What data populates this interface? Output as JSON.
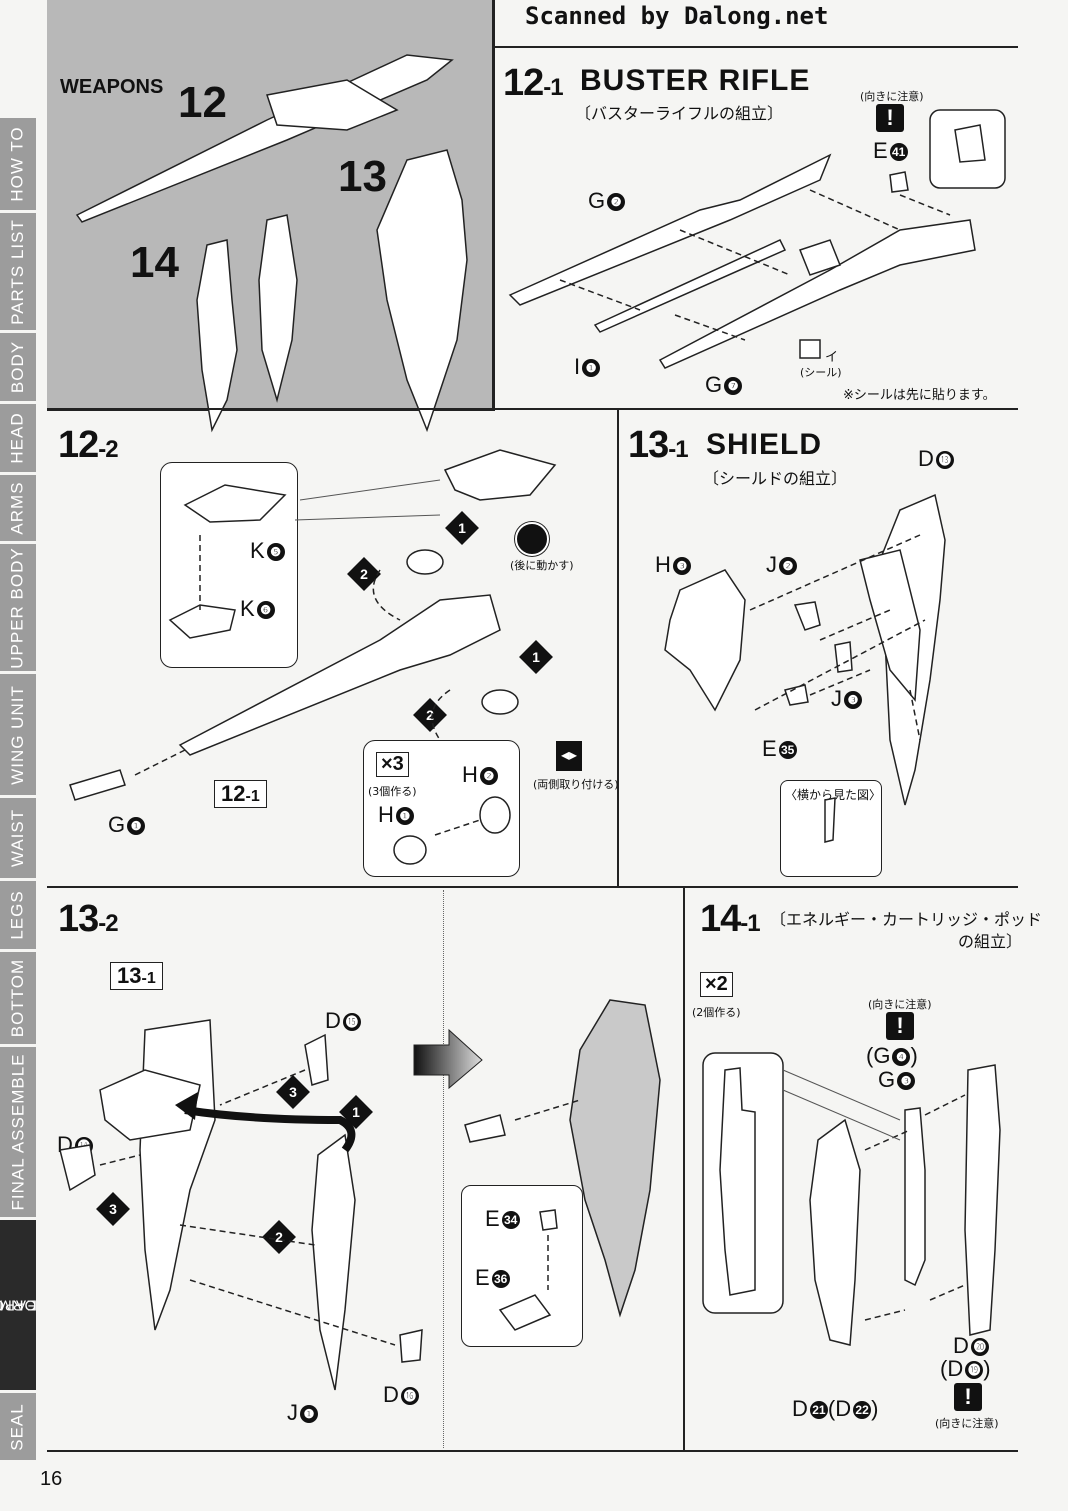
{
  "header": {
    "scan_credit": "Scanned by Dalong.net"
  },
  "page_number": "16",
  "sidebar": {
    "tabs": [
      "HOW TO",
      "PARTS LIST",
      "BODY",
      "HEAD",
      "ARMS",
      "UPPER BODY",
      "WING UNIT",
      "WAIST",
      "LEGS",
      "BOTTOM",
      "FINAL ASSEMBLE"
    ],
    "active_tab_line1": "WEAPONS",
    "active_tab_line2": "TRANSFORMATION",
    "last_tab": "SEAL"
  },
  "overview": {
    "label": "WEAPONS",
    "num12": "12",
    "num13": "13",
    "num14": "14"
  },
  "step12_1": {
    "num": "12",
    "sub": "-1",
    "title": "BUSTER RIFLE",
    "subtitle": "〔バスターライフルの組立〕",
    "caution": "(向きに注意)",
    "parts": {
      "e41": "E",
      "g2": "G",
      "i1": "I",
      "g7": "G"
    },
    "seal_label": "イ",
    "seal_caption": "(シール)",
    "note": "※シールは先に貼ります。"
  },
  "step12_2": {
    "num": "12",
    "sub": "-2",
    "parts": {
      "k5": "K",
      "k6": "K",
      "g1": "G",
      "h1": "H",
      "h2": "H"
    },
    "move_back": "(後に動かす)",
    "mult": "×3",
    "mult_caption": "(3個作る)",
    "both_sides": "(両側取り付ける)",
    "ref_num": "12",
    "ref_sub": "-1"
  },
  "step13_1": {
    "num": "13",
    "sub": "-1",
    "title": "SHIELD",
    "subtitle": "〔シールドの組立〕",
    "parts": {
      "d13": "D",
      "h3": "H",
      "j2": "J",
      "j3": "J",
      "e35": "E"
    },
    "side_view": "〈横から見た図〉"
  },
  "step13_2": {
    "num": "13",
    "sub": "-2",
    "ref_num": "13",
    "ref_sub": "-1",
    "parts": {
      "d15": "D",
      "d14": "D",
      "d16": "D",
      "j1": "J",
      "e34": "E",
      "e36": "E"
    }
  },
  "step14_1": {
    "num": "14",
    "sub": "-1",
    "subtitle_line1": "〔エネルギー・カートリッジ・ポッド",
    "subtitle_line2": "の組立〕",
    "mult": "×2",
    "mult_caption": "(2個作る)",
    "caution_top": "(向きに注意)",
    "caution_bottom": "(向きに注意)",
    "parts": {
      "g4": "(G",
      "g4_close": ")",
      "g3": "G",
      "d20": "D",
      "d19": "(D",
      "d19_close": ")",
      "d21": "D",
      "d22": "(D",
      "d22_close": ")"
    }
  },
  "circled_numbers": {
    "n1": "❶",
    "n2": "❷",
    "n3": "❸",
    "n4": "❹",
    "n5": "❺",
    "n6": "❻",
    "n7": "❼",
    "n13": "⓭",
    "n14": "⓮",
    "n15": "⓯",
    "n16": "⓰",
    "n19": "⓳",
    "n20": "⓴",
    "n21": "21",
    "n22": "22",
    "n34": "34",
    "n35": "35",
    "n36": "36",
    "n41": "41"
  },
  "step_markers": {
    "s1": "1",
    "s2": "2",
    "s3": "3"
  }
}
